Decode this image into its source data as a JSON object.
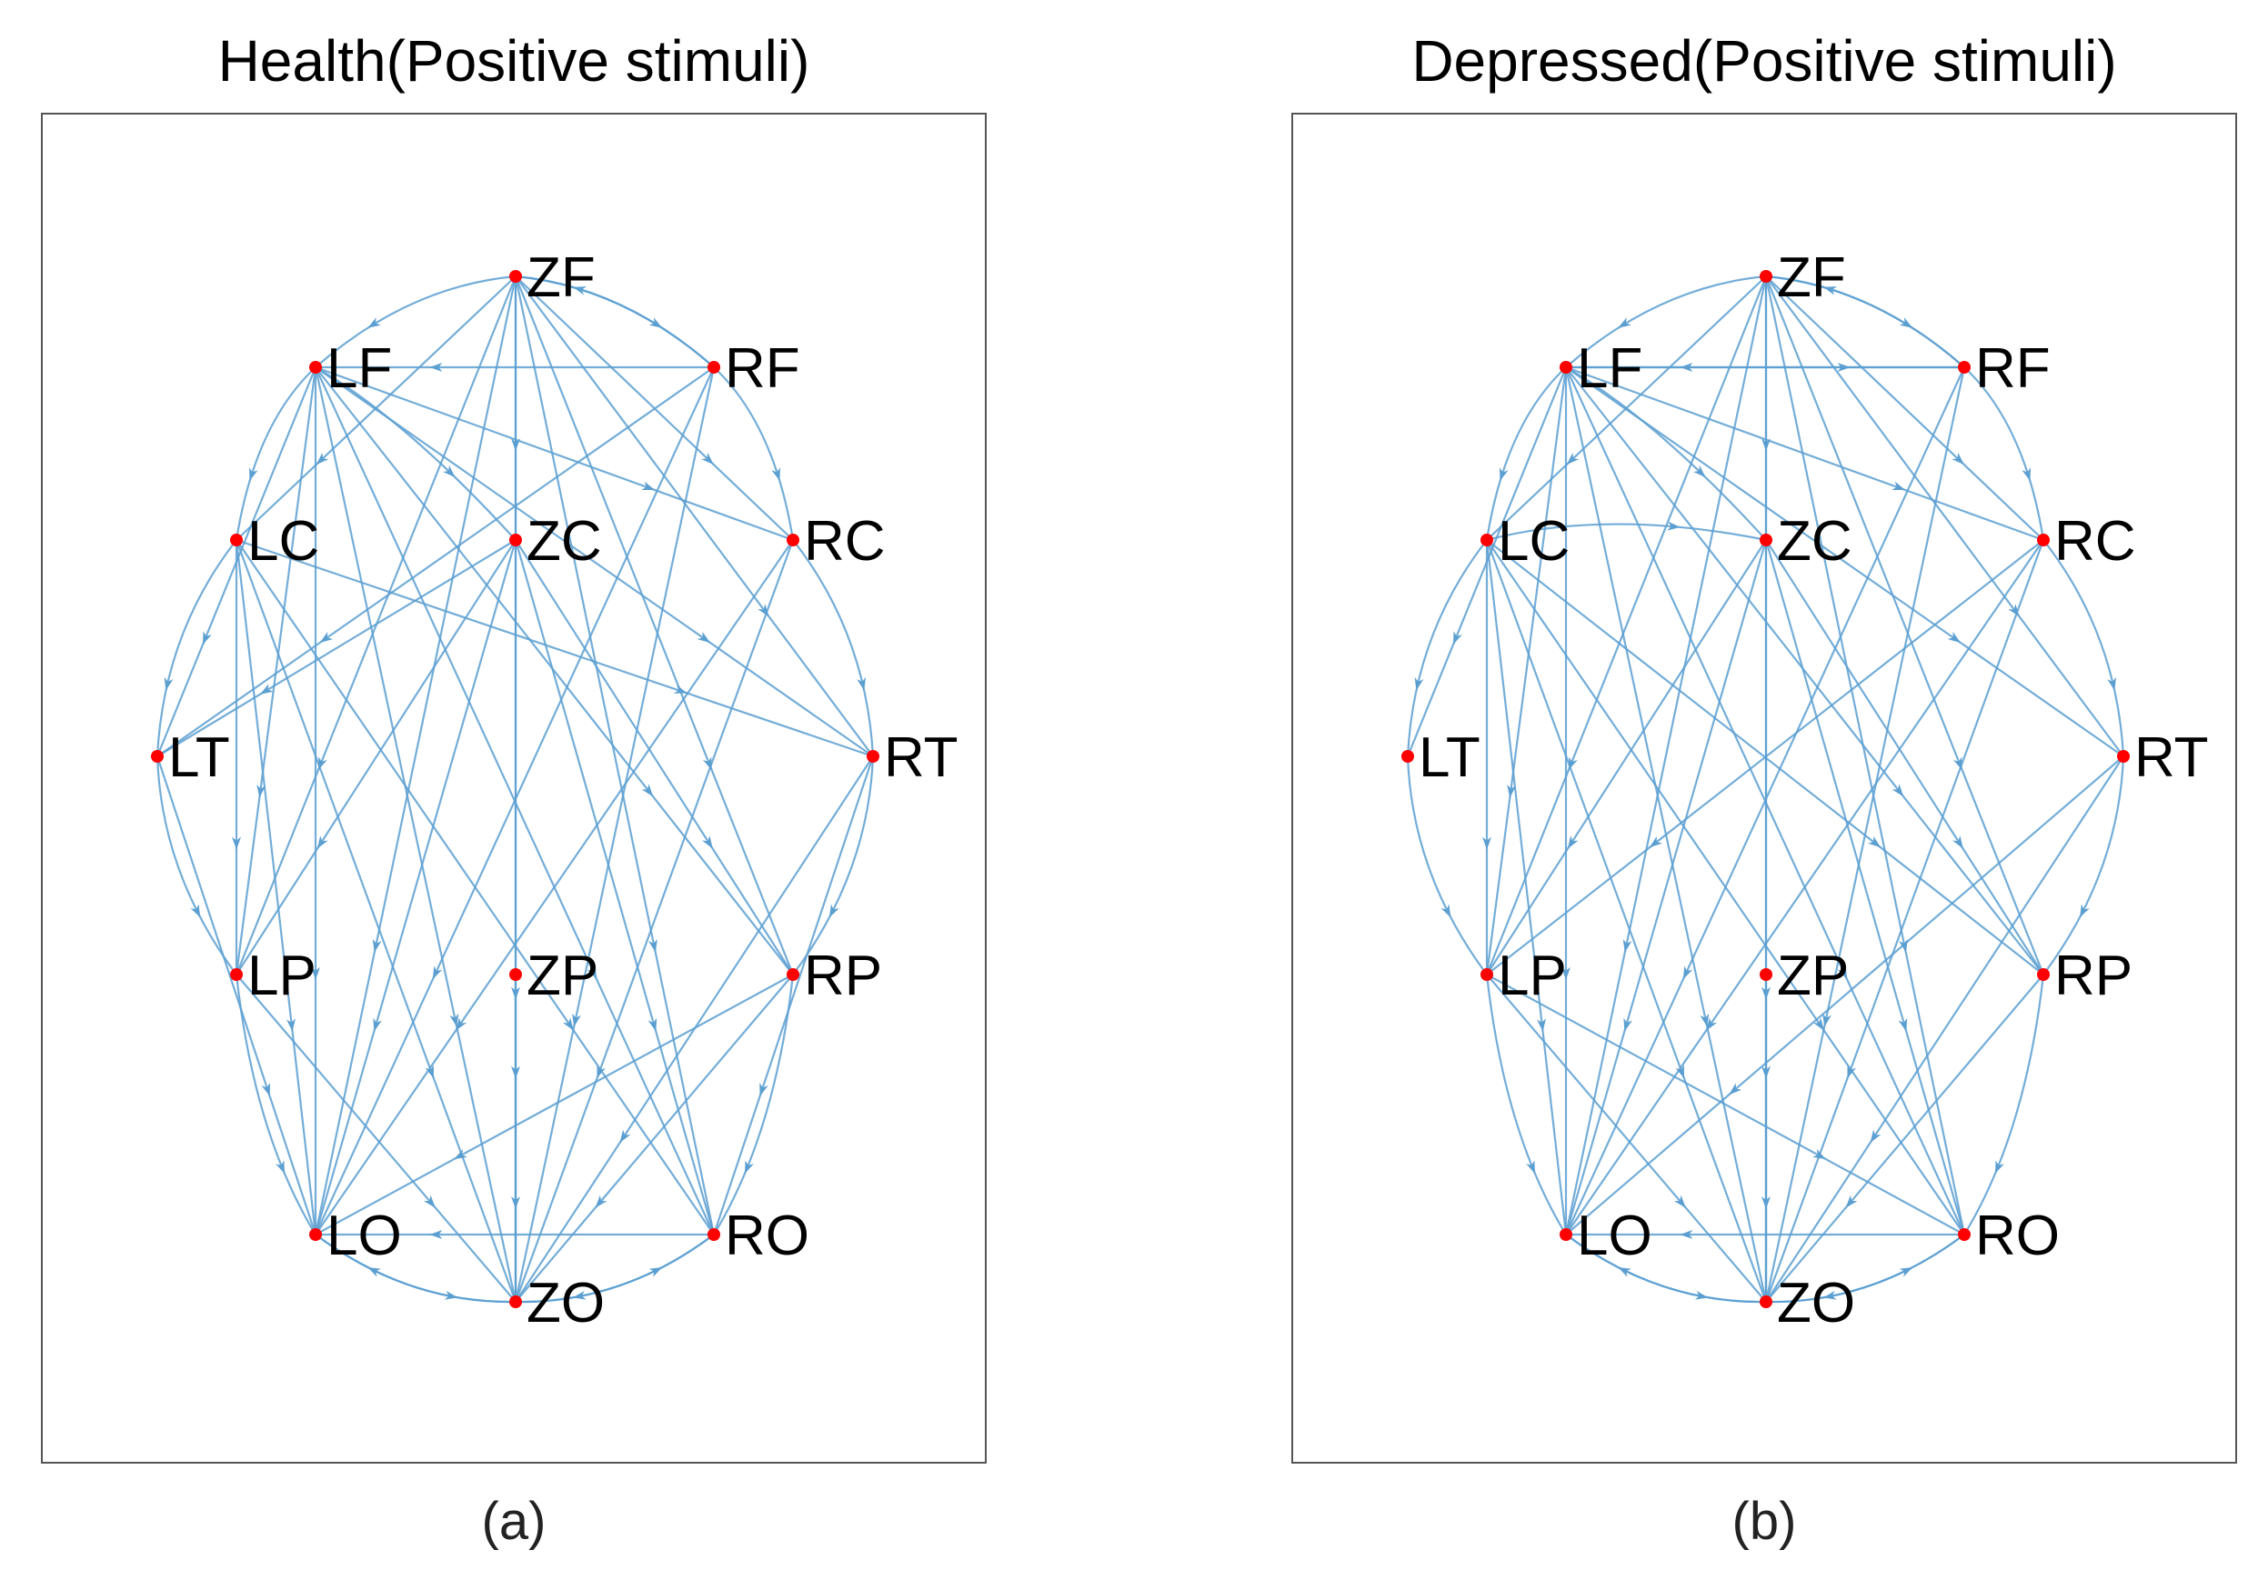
{
  "colors": {
    "edge": "#5b9fd1",
    "node": "#ff0000",
    "frame": "#555555"
  },
  "panels": [
    {
      "title": "Health(Positive stimuli)",
      "caption": "(a)",
      "nodes": [
        "ZF",
        "LF",
        "RF",
        "LC",
        "ZC",
        "RC",
        "LT",
        "RT",
        "LP",
        "ZP",
        "RP",
        "LO",
        "RO",
        "ZO"
      ],
      "edges": [
        [
          "ZF",
          "LF"
        ],
        [
          "ZF",
          "RF"
        ],
        [
          "ZF",
          "LC"
        ],
        [
          "ZF",
          "ZC"
        ],
        [
          "ZF",
          "RC"
        ],
        [
          "ZF",
          "RT"
        ],
        [
          "ZF",
          "LO"
        ],
        [
          "ZF",
          "ZO"
        ],
        [
          "ZF",
          "RO"
        ],
        [
          "ZF",
          "LP"
        ],
        [
          "ZF",
          "RP"
        ],
        [
          "RF",
          "ZF"
        ],
        [
          "RF",
          "LF"
        ],
        [
          "RF",
          "RC"
        ],
        [
          "RF",
          "LT"
        ],
        [
          "RF",
          "ZO"
        ],
        [
          "RF",
          "LO"
        ],
        [
          "LF",
          "LC"
        ],
        [
          "LF",
          "ZC"
        ],
        [
          "LF",
          "RC"
        ],
        [
          "LF",
          "LT"
        ],
        [
          "LF",
          "LP"
        ],
        [
          "LF",
          "LO"
        ],
        [
          "LF",
          "ZO"
        ],
        [
          "LF",
          "RO"
        ],
        [
          "LF",
          "RP"
        ],
        [
          "LF",
          "RT"
        ],
        [
          "LC",
          "LT"
        ],
        [
          "LC",
          "LP"
        ],
        [
          "LC",
          "LO"
        ],
        [
          "LC",
          "ZO"
        ],
        [
          "LC",
          "RO"
        ],
        [
          "LC",
          "RT"
        ],
        [
          "ZC",
          "LO"
        ],
        [
          "ZC",
          "ZO"
        ],
        [
          "ZC",
          "RO"
        ],
        [
          "ZC",
          "RP"
        ],
        [
          "ZC",
          "LT"
        ],
        [
          "ZC",
          "LP"
        ],
        [
          "RC",
          "ZO"
        ],
        [
          "RC",
          "RT"
        ],
        [
          "RC",
          "LO"
        ],
        [
          "LT",
          "LP"
        ],
        [
          "LT",
          "LO"
        ],
        [
          "RT",
          "RP"
        ],
        [
          "RT",
          "ZO"
        ],
        [
          "RT",
          "RO"
        ],
        [
          "LP",
          "LO"
        ],
        [
          "LP",
          "ZO"
        ],
        [
          "RP",
          "RO"
        ],
        [
          "RP",
          "ZO"
        ],
        [
          "RP",
          "LO"
        ],
        [
          "LO",
          "ZO"
        ],
        [
          "ZO",
          "LO"
        ],
        [
          "ZO",
          "RO"
        ],
        [
          "RO",
          "ZO"
        ],
        [
          "RO",
          "LO"
        ],
        [
          "ZP",
          "ZO"
        ]
      ]
    },
    {
      "title": "Depressed(Positive stimuli)",
      "caption": "(b)",
      "nodes": [
        "ZF",
        "LF",
        "RF",
        "LC",
        "ZC",
        "RC",
        "LT",
        "RT",
        "LP",
        "ZP",
        "RP",
        "LO",
        "RO",
        "ZO"
      ],
      "edges": [
        [
          "ZF",
          "LF"
        ],
        [
          "ZF",
          "RF"
        ],
        [
          "ZF",
          "LC"
        ],
        [
          "ZF",
          "ZC"
        ],
        [
          "ZF",
          "RC"
        ],
        [
          "ZF",
          "LO"
        ],
        [
          "ZF",
          "ZO"
        ],
        [
          "ZF",
          "RO"
        ],
        [
          "ZF",
          "LP"
        ],
        [
          "ZF",
          "RP"
        ],
        [
          "ZF",
          "RT"
        ],
        [
          "LF",
          "RF"
        ],
        [
          "RF",
          "LF"
        ],
        [
          "RF",
          "ZF"
        ],
        [
          "RF",
          "RC"
        ],
        [
          "RF",
          "ZO"
        ],
        [
          "RF",
          "LO"
        ],
        [
          "LF",
          "LC"
        ],
        [
          "LF",
          "ZC"
        ],
        [
          "LF",
          "RC"
        ],
        [
          "LF",
          "LP"
        ],
        [
          "LF",
          "LO"
        ],
        [
          "LF",
          "ZO"
        ],
        [
          "LF",
          "RO"
        ],
        [
          "LF",
          "RP"
        ],
        [
          "LF",
          "RT"
        ],
        [
          "LF",
          "LT"
        ],
        [
          "LC",
          "LT"
        ],
        [
          "LC",
          "LP"
        ],
        [
          "LC",
          "LO"
        ],
        [
          "LC",
          "ZO"
        ],
        [
          "LC",
          "RO"
        ],
        [
          "LC",
          "RP"
        ],
        [
          "LC",
          "ZC"
        ],
        [
          "ZC",
          "LO"
        ],
        [
          "ZC",
          "ZO"
        ],
        [
          "ZC",
          "RO"
        ],
        [
          "ZC",
          "RP"
        ],
        [
          "ZC",
          "LP"
        ],
        [
          "RC",
          "ZO"
        ],
        [
          "RC",
          "RT"
        ],
        [
          "RC",
          "LO"
        ],
        [
          "RC",
          "LP"
        ],
        [
          "LT",
          "LP"
        ],
        [
          "RT",
          "RP"
        ],
        [
          "RT",
          "ZO"
        ],
        [
          "RT",
          "LO"
        ],
        [
          "LP",
          "LO"
        ],
        [
          "LP",
          "ZO"
        ],
        [
          "LP",
          "RO"
        ],
        [
          "RP",
          "RO"
        ],
        [
          "RP",
          "ZO"
        ],
        [
          "LO",
          "ZO"
        ],
        [
          "ZO",
          "LO"
        ],
        [
          "ZO",
          "RO"
        ],
        [
          "RO",
          "ZO"
        ],
        [
          "RO",
          "LO"
        ],
        [
          "ZP",
          "ZO"
        ]
      ]
    }
  ]
}
